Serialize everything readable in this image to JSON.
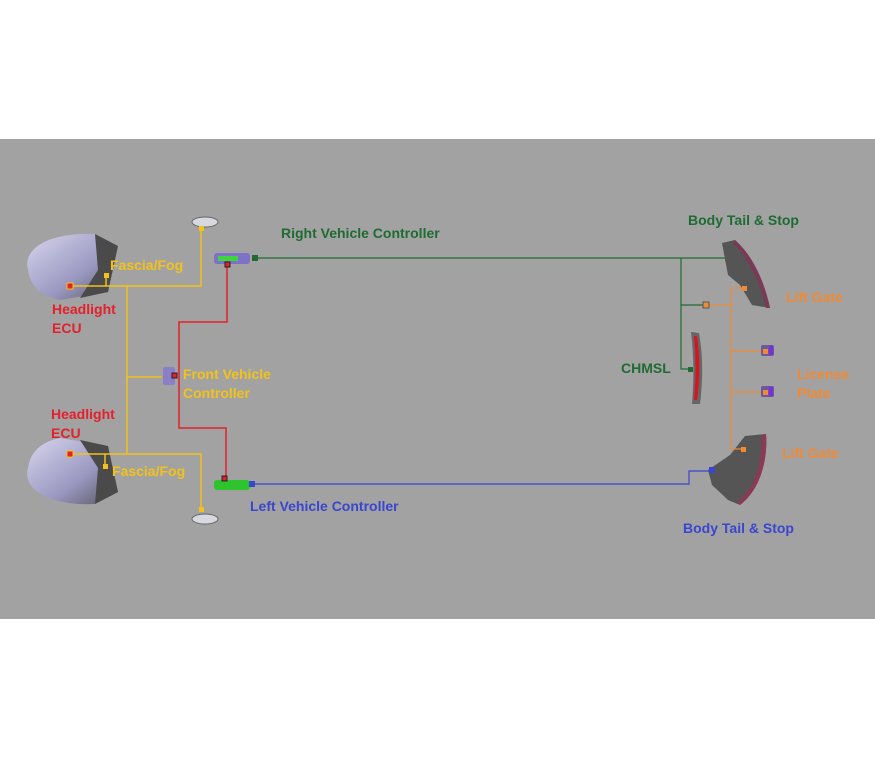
{
  "labels": {
    "right_vehicle_controller": "Right Vehicle Controller",
    "left_vehicle_controller": "Left Vehicle Controller",
    "front_vehicle_controller_1": "Front Vehicle",
    "front_vehicle_controller_2": "Controller",
    "fascia_fog_top": "Fascia/Fog",
    "fascia_fog_bottom": "Fascia/Fog",
    "headlight_ecu_top_1": "Headlight",
    "headlight_ecu_top_2": "ECU",
    "headlight_ecu_bottom_1": "Headlight",
    "headlight_ecu_bottom_2": "ECU",
    "body_tail_stop_top": "Body Tail & Stop",
    "body_tail_stop_bottom": "Body Tail & Stop",
    "chmsl": "CHMSL",
    "lift_gate_top": "Lift Gate",
    "lift_gate_bottom": "Lift Gate",
    "license_plate_1": "License",
    "license_plate_2": "Plate"
  },
  "colors": {
    "front_network": "#f2c21a",
    "controller_link": "#e3202c",
    "right_network": "#1f6b33",
    "left_network": "#3a46cf",
    "rear_network": "#f08a35",
    "background": "#a2a2a2"
  }
}
